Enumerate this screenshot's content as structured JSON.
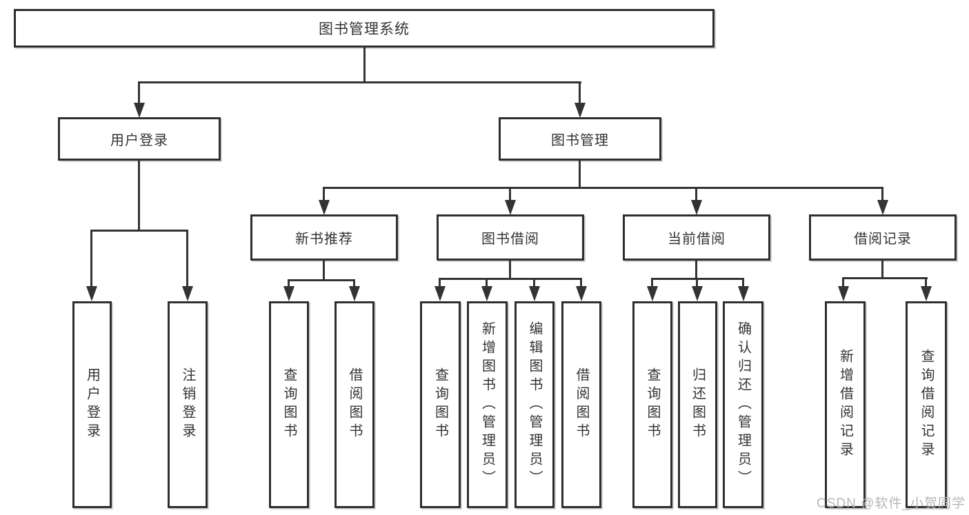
{
  "diagram": {
    "root": "图书管理系统",
    "level2": {
      "user_login": "用户登录",
      "book_mgmt": "图书管理"
    },
    "level3": {
      "new_books": "新书推荐",
      "book_borrow": "图书借阅",
      "current_borrow": "当前借阅",
      "borrow_records": "借阅记录"
    },
    "leaves": {
      "user_login_leaf": "用户登录",
      "logout": "注销登录",
      "nb_query": "查询图书",
      "nb_borrow": "借阅图书",
      "bb_query": "查询图书",
      "bb_add": "新增图书（管理员）",
      "bb_edit": "编辑图书（管理员）",
      "bb_borrow": "借阅图书",
      "cb_query": "查询图书",
      "cb_return": "归还图书",
      "cb_confirm": "确认归还（管理员）",
      "br_add": "新增借阅记录",
      "br_query": "查询借阅记录"
    }
  },
  "watermark": "CSDN @软件_小贺同学",
  "colors": {
    "line": "#333333",
    "border": "#2e2e2e",
    "text": "#333333",
    "watermark": "#b6b6bb",
    "background": "#ffffff"
  }
}
